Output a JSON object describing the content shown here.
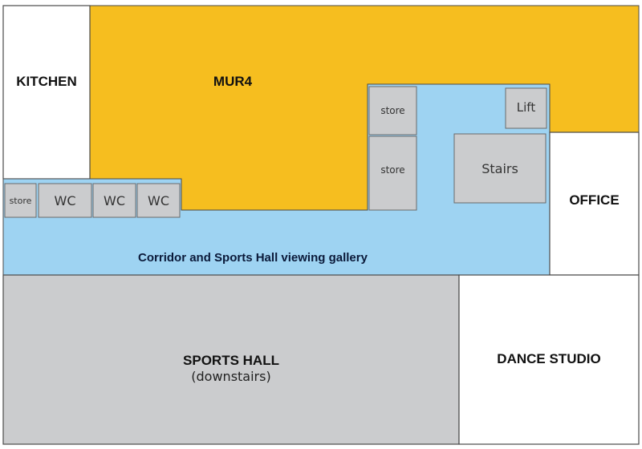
{
  "colors": {
    "mur4": "#f6be1f",
    "corridor": "#9ed3f2",
    "service": "#cbccce",
    "sports_hall": "#cbccce",
    "outline": "#4a4a4a",
    "white_room": "#ffffff"
  },
  "rooms": {
    "kitchen": "KITCHEN",
    "mur4": "MUR4",
    "office": "OFFICE",
    "sports_hall": "SPORTS HALL",
    "sports_hall_note": "(downstairs)",
    "dance_studio": "DANCE STUDIO",
    "corridor": "Corridor and Sports Hall viewing gallery",
    "store_left": "store",
    "wc_1": "WC",
    "wc_2": "WC",
    "wc_3": "WC",
    "store_upper": "store",
    "store_lower": "store",
    "lift": "Lift",
    "stairs": "Stairs"
  }
}
